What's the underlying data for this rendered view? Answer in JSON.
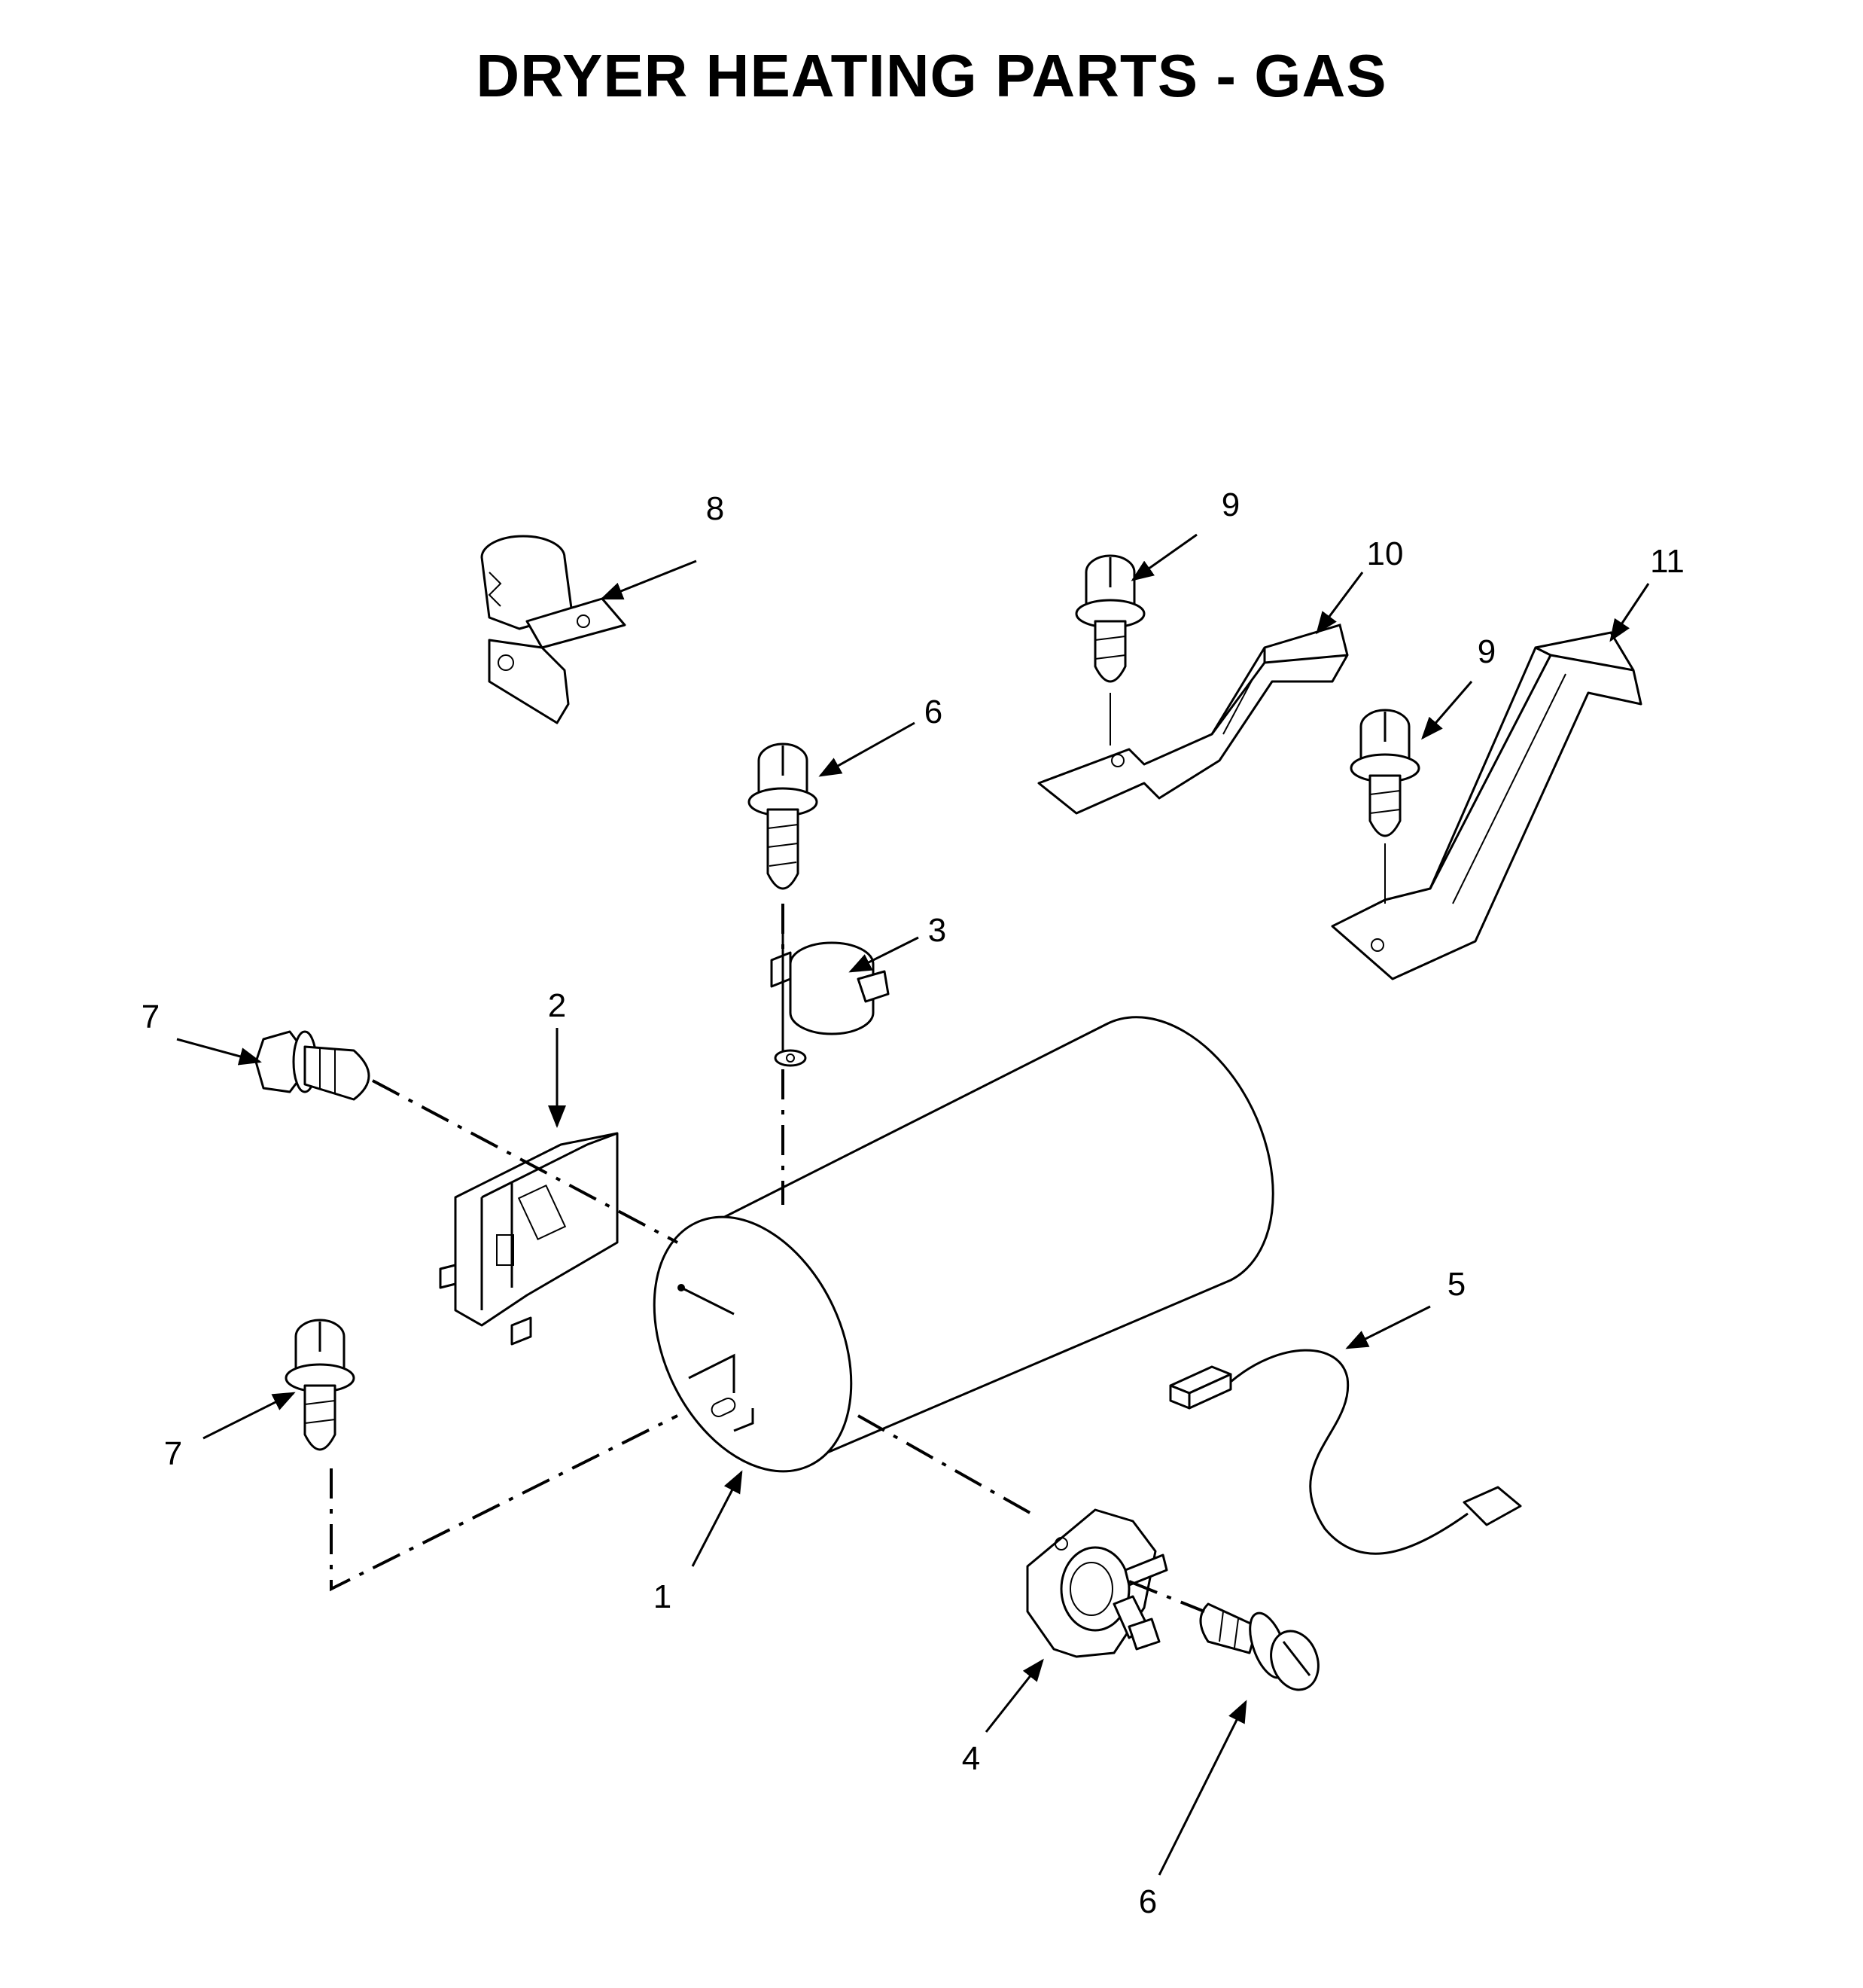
{
  "title": "DRYER HEATING PARTS - GAS",
  "callouts": [
    {
      "id": "c1",
      "label": "1"
    },
    {
      "id": "c2",
      "label": "2"
    },
    {
      "id": "c3",
      "label": "3"
    },
    {
      "id": "c4",
      "label": "4"
    },
    {
      "id": "c5",
      "label": "5"
    },
    {
      "id": "c6a",
      "label": "6"
    },
    {
      "id": "c6b",
      "label": "6"
    },
    {
      "id": "c7a",
      "label": "7"
    },
    {
      "id": "c7b",
      "label": "7"
    },
    {
      "id": "c8",
      "label": "8"
    },
    {
      "id": "c9a",
      "label": "9"
    },
    {
      "id": "c9b",
      "label": "9"
    },
    {
      "id": "c10",
      "label": "10"
    },
    {
      "id": "c11",
      "label": "11"
    }
  ]
}
